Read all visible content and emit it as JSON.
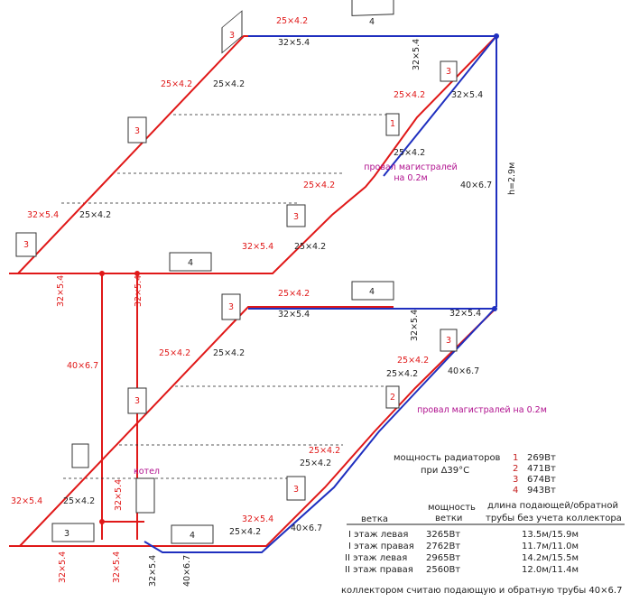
{
  "colors": {
    "supply": "#e01818",
    "return": "#1f2fbf",
    "note": "#b0108e"
  },
  "pipes": {
    "p32": "32×5.4",
    "p25": "25×4.2",
    "p40": "40×6.7"
  },
  "radiators": {
    "r1": "1",
    "r2": "2",
    "r3": "3",
    "r4": "4"
  },
  "height_label": "h=2.9м",
  "drop_note_top": [
    "провал магистралей",
    "на 0.2м"
  ],
  "drop_note_bottom": "провал магистралей на 0.2м",
  "boiler_label": "котел",
  "power_legend": {
    "title": "мощность радиаторов",
    "subtitle": "при  Δ39°C",
    "items": [
      {
        "num": "1",
        "value": "269Вт"
      },
      {
        "num": "2",
        "value": "471Вт"
      },
      {
        "num": "3",
        "value": "674Вт"
      },
      {
        "num": "4",
        "value": "943Вт"
      }
    ]
  },
  "table": {
    "headers": [
      "ветка",
      "мощность ветки",
      "длина подающей/обратной трубы без учета коллектора"
    ],
    "header_lines": {
      "c1": "ветка",
      "c2a": "мощность",
      "c2b": "ветки",
      "c3a": "длина подающей/обратной",
      "c3b": "трубы без учета коллектора"
    },
    "rows": [
      {
        "branch": "I этаж левая",
        "power": "3265Вт",
        "length": "13.5м/15.9м"
      },
      {
        "branch": "I этаж правая",
        "power": "2762Вт",
        "length": "11.7м/11.0м"
      },
      {
        "branch": "II этаж левая",
        "power": "2965Вт",
        "length": "14.2м/15.5м"
      },
      {
        "branch": "II этаж правая",
        "power": "2560Вт",
        "length": "12.0м/11.4м"
      }
    ],
    "footnote": "коллектором считаю подающую и обратную трубы  40×6.7"
  }
}
